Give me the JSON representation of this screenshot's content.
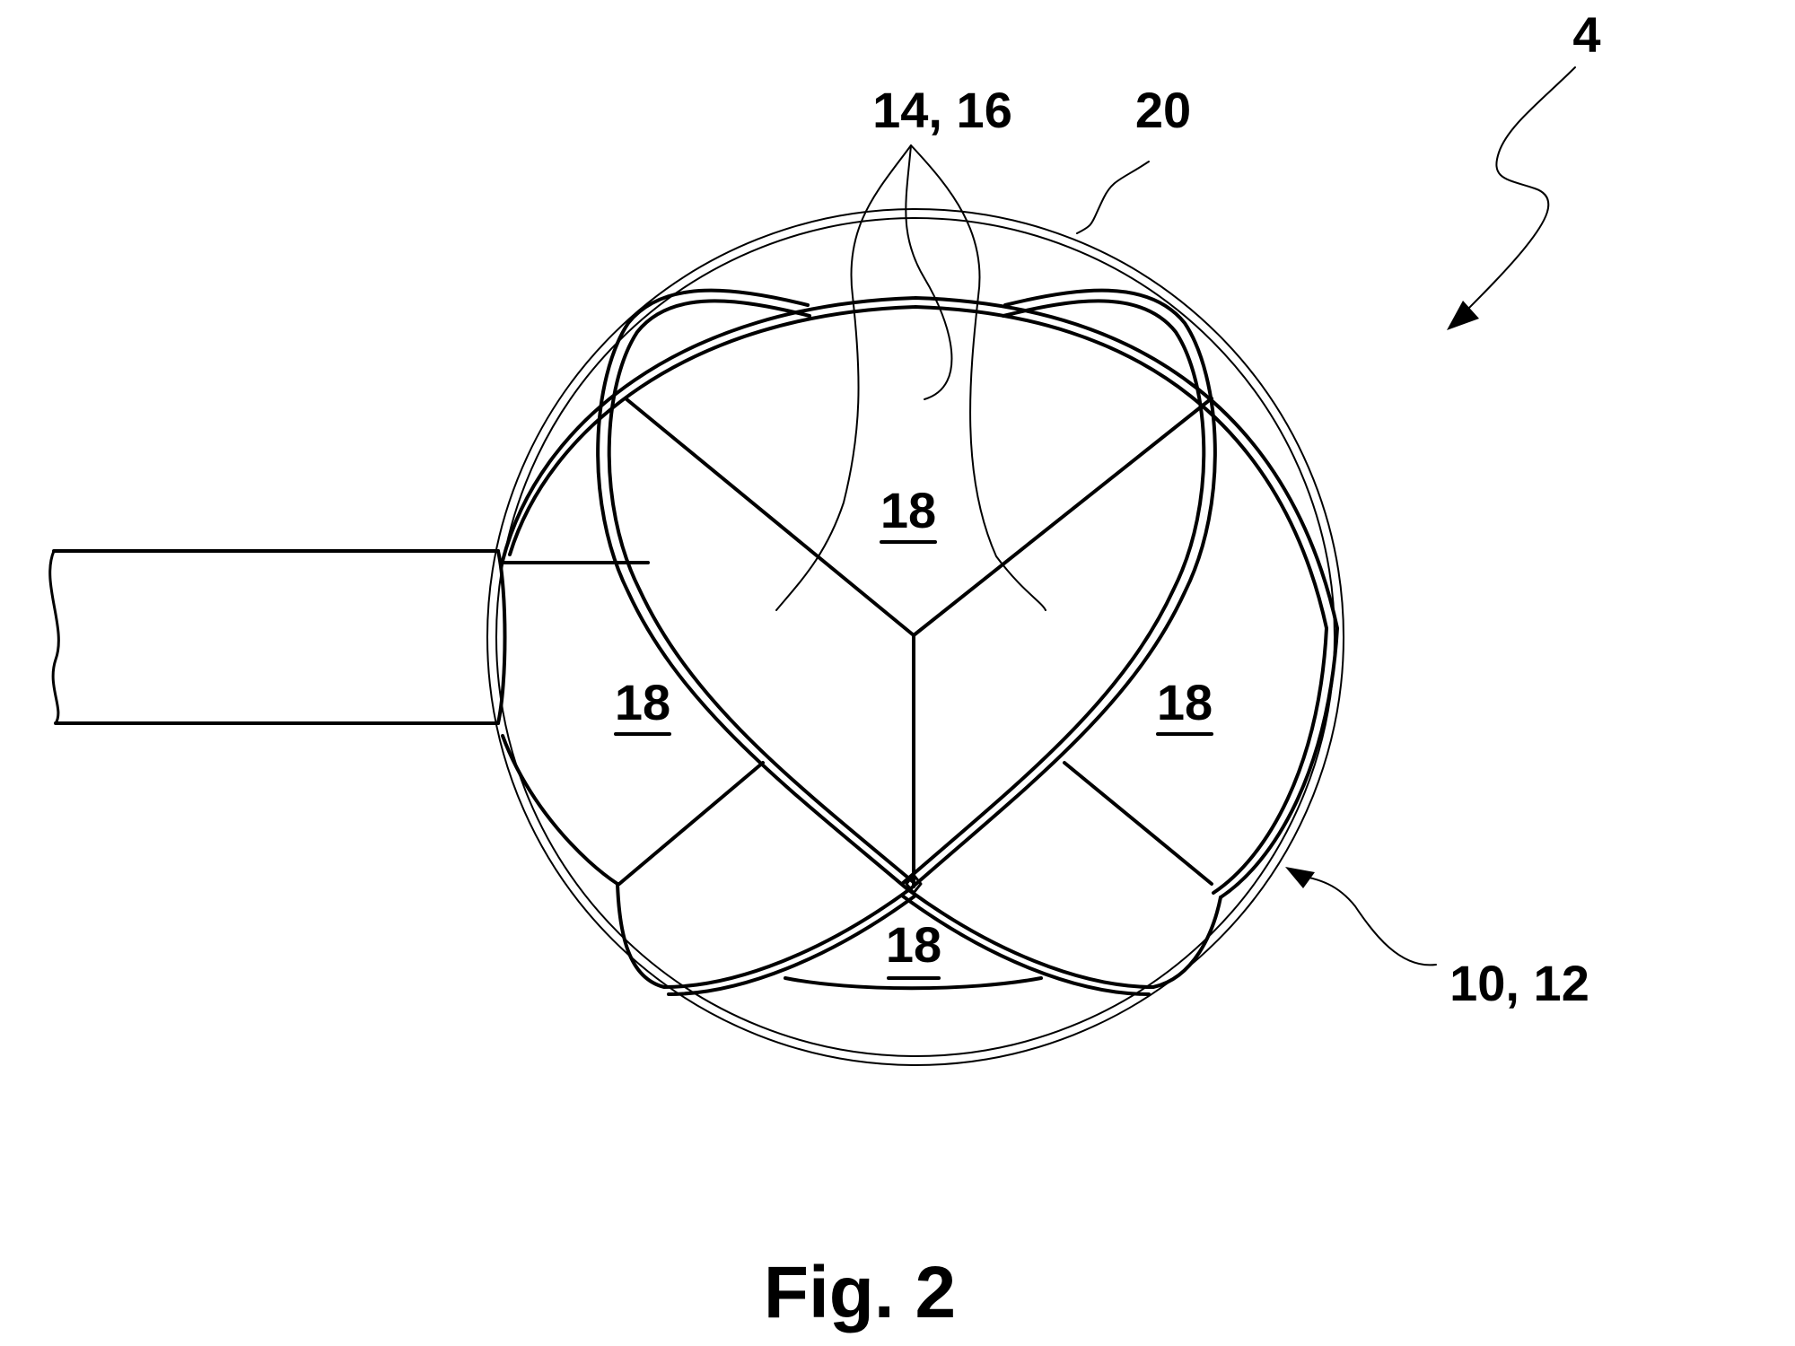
{
  "figure": {
    "caption": "Fig. 2",
    "labels": {
      "ref_4": "4",
      "ref_14_16": "14, 16",
      "ref_20": "20",
      "ref_10_12": "10, 12",
      "segment_top": "18",
      "segment_left": "18",
      "segment_right": "18",
      "segment_bottom": "18"
    }
  }
}
